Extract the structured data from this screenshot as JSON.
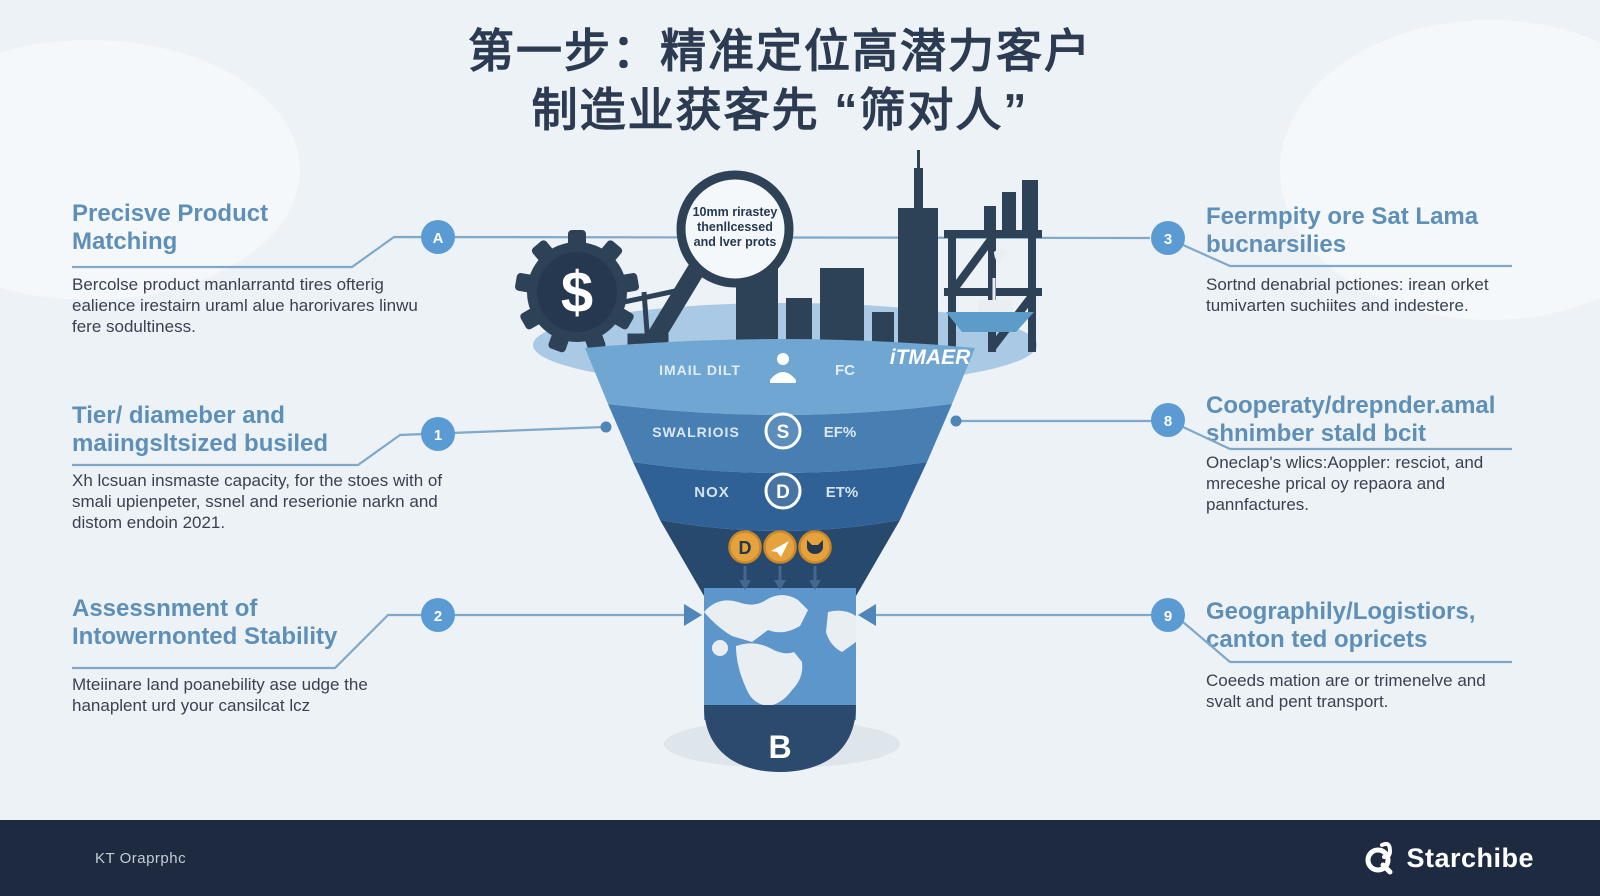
{
  "title": {
    "line1": "第一步：精准定位高潜力客户",
    "line2": "制造业获客先 “筛对人”"
  },
  "left_blocks": [
    {
      "badge": "A",
      "heading": "Precisve Product Matching",
      "body": "Bercolse product manlarrantd tires ofterig ealience irestairn uraml alue harorivares linwu fere sodultiness."
    },
    {
      "badge": "1",
      "heading": "Tier/ diameber and maiingsltsized busiled",
      "body": "Xh lcsuan insmaste capacity, for the stoes with of smali upienpeter, ssnel and reserionie narkn and distom endoin 2021."
    },
    {
      "badge": "2",
      "heading": "Assessnment of Intowernonted Stability",
      "body": "Mteiinare land poanebility ase udge the hanaplent urd your cansilcat lcz"
    }
  ],
  "right_blocks": [
    {
      "badge": "3",
      "heading": "Feermpity ore Sat Lama bucnarsilies",
      "body": "Sortnd denabrial pctiones: irean orket tumivarten suchiites and indestere."
    },
    {
      "badge": "8",
      "heading": "Cooperaty/drepnder.amal shnimber stald bcit",
      "body": "Oneclap's wlics:Aoppler: resciot, and mreceshe prical oy repaora and pannfactures."
    },
    {
      "badge": "9",
      "heading": "Geographily/Logistiors, canton ted opricets",
      "body": "Coeeds mation are or trimenelve and svalt and pent transport."
    }
  ],
  "funnel": {
    "magnifier_lines": [
      "10mm rirastey",
      "thenllcessed",
      "and lver prots"
    ],
    "gear_symbol": "$",
    "rows": [
      {
        "left": "IMAIL DILT",
        "right": "FC",
        "tag": "iTMAER",
        "icon": "person-icon"
      },
      {
        "left": "SWALRIOIS",
        "right": "EF%",
        "icon_letter": "S"
      },
      {
        "left": "NOX",
        "right": "ET%",
        "icon_letter": "D"
      }
    ],
    "coins": [
      {
        "glyph": "D"
      },
      {
        "icon": "plane-icon"
      },
      {
        "icon": "bull-icon"
      }
    ],
    "cap_letter": "B"
  },
  "footer": {
    "credit": "KT Oraprphc",
    "brand": "Starchibe"
  },
  "colors": {
    "accent_blue": "#5b9bd4",
    "heading_blue": "#5e8fb6",
    "line_blue": "#7fa8c9",
    "navy": "#2e4257",
    "funnel_row1": "#6fa7d2",
    "funnel_row2": "#477fb2",
    "funnel_row3": "#2f6197",
    "funnel_cone": "#27496d",
    "stem_blue": "#5d96cb",
    "stem_cap": "#2c4a6d",
    "coin_gold": "#e6a23c",
    "footer_bg": "#1d2a40",
    "title_navy": "#2c3b52"
  }
}
